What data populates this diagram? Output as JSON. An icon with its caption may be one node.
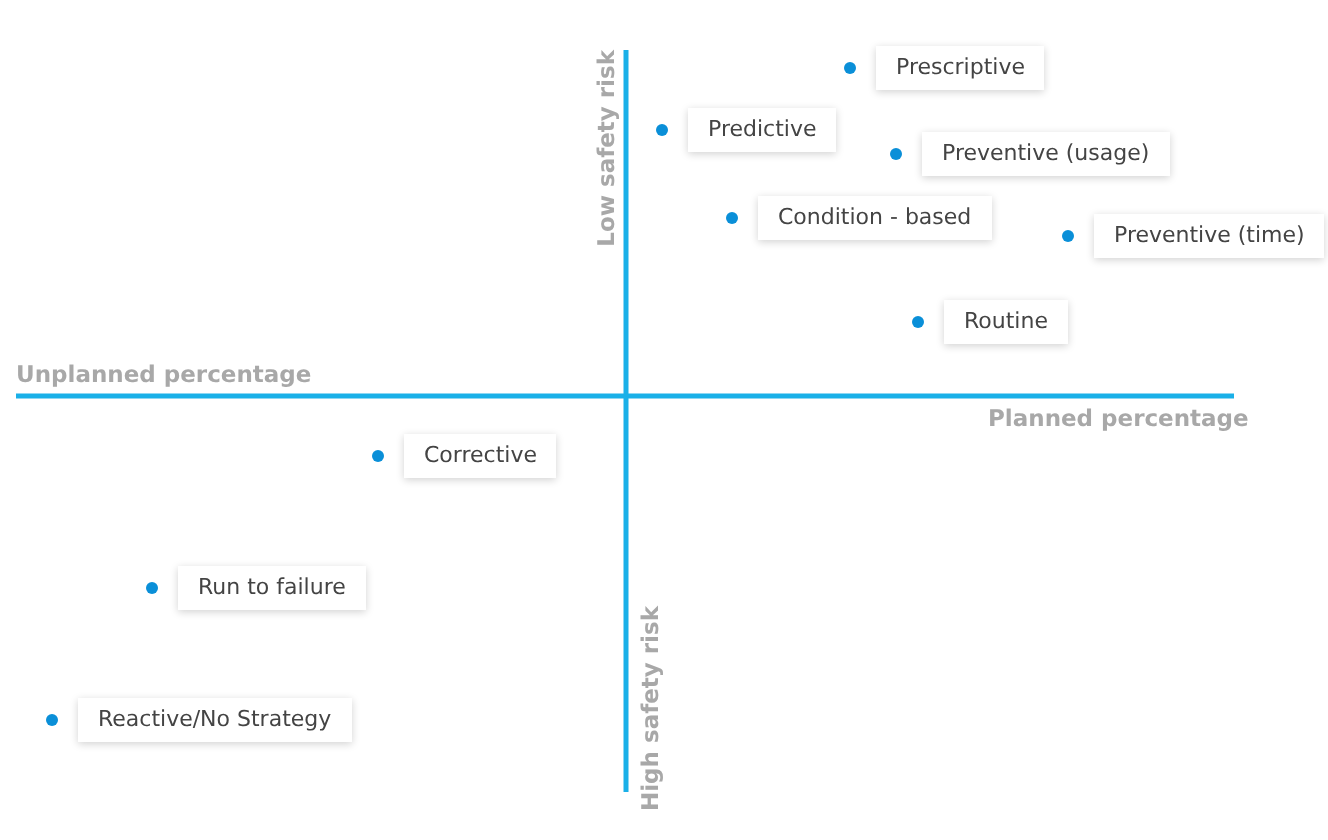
{
  "diagram": {
    "nodes": [
      {
        "text": [
          "Prescriptive"
        ]
      },
      {
        "text": [
          "Predictive"
        ]
      },
      {
        "text": [
          "Preventive (usage)"
        ]
      },
      {
        "text": [
          "Condition - based"
        ]
      },
      {
        "text": [
          "Preventive (time)"
        ]
      },
      {
        "text": [
          "Routine"
        ]
      },
      {
        "text": [
          "Corrective"
        ]
      },
      {
        "text": [
          "Run to failure"
        ]
      },
      {
        "text": [
          "Reactive/No Strategy"
        ]
      }
    ],
    "labels": [
      "Low safety risk",
      "Unplanned percentage",
      "Planned percentage",
      "High safety risk"
    ]
  }
}
